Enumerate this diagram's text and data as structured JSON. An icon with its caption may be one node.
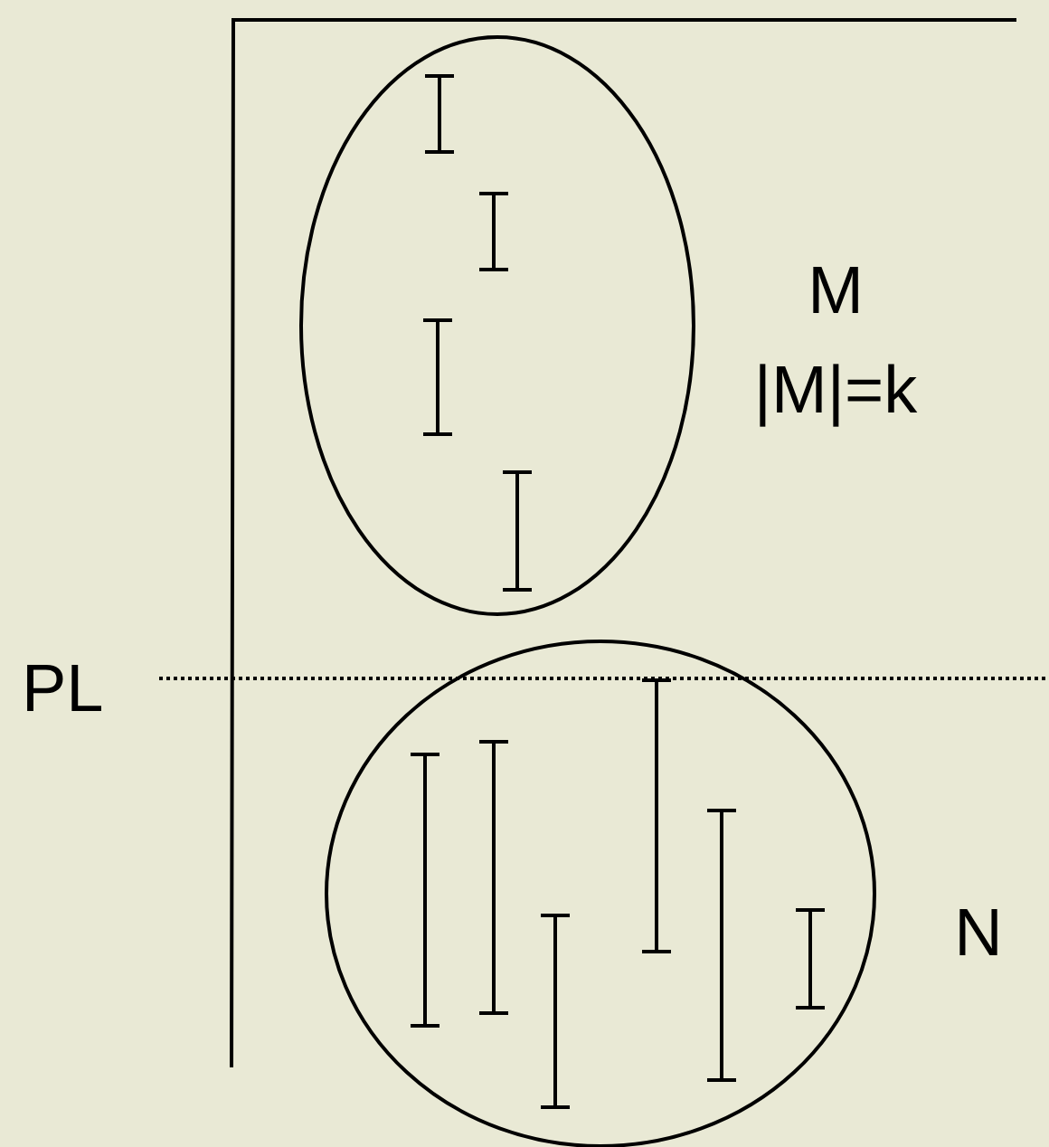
{
  "diagram": {
    "nodes": [
      {
        "text": [],
        "shape": "circle",
        "beside": [
          "M",
          "|M|=k"
        ]
      },
      {
        "text": [],
        "shape": "circle",
        "beside": [
          "N"
        ]
      }
    ],
    "edges": [],
    "labels": [
      "PL"
    ]
  }
}
